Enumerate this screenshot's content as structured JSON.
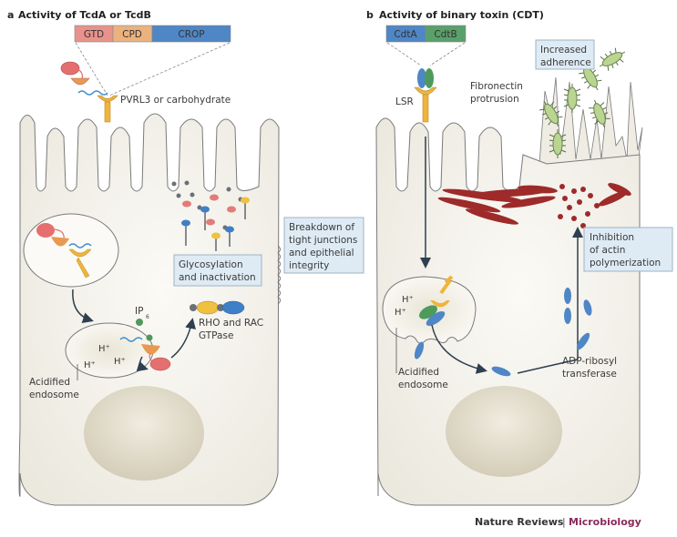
{
  "panel_a": {
    "letter": "a",
    "title": "Activity of TcdA or TcdB",
    "domains": [
      {
        "label": "GTD",
        "color": "#e8908a"
      },
      {
        "label": "CPD",
        "color": "#eab27e"
      },
      {
        "label": "CROP",
        "color": "#4f86c6"
      }
    ],
    "receptor_label": "PVRL3 or carbohydrate",
    "glyco_box": [
      "Glycosylation",
      "and inactivation"
    ],
    "breakdown_box": [
      "Breakdown of",
      "tight junctions",
      "and epithelial",
      "integrity"
    ],
    "ip6_label": "IP",
    "ip6_sub": "6",
    "gtpase_label": [
      "RHO and RAC",
      "GTPase"
    ],
    "proton_label": "H⁺",
    "endosome_label": [
      "Acidified",
      "endosome"
    ]
  },
  "panel_b": {
    "letter": "b",
    "title": "Activity of binary toxin (CDT)",
    "domains": [
      {
        "label": "CdtA",
        "color": "#4f86c6"
      },
      {
        "label": "CdtB",
        "color": "#5aa06a"
      }
    ],
    "receptor_label": "LSR",
    "fibronectin_label": [
      "Fibronectin",
      "protrusion"
    ],
    "adherence_box": [
      "Increased",
      "adherence"
    ],
    "inhibition_box": [
      "Inhibition",
      "of actin",
      "polymerization"
    ],
    "adp_label": [
      "ADP-ribosyl",
      "transferase"
    ],
    "proton_label": "H⁺",
    "endosome_label": [
      "Acidified",
      "endosome"
    ]
  },
  "footer": {
    "journal": "Nature Reviews",
    "separator": "|",
    "section": "Microbiology",
    "section_color": "#8b2a5c"
  },
  "colors": {
    "cell_fill": "#efece3",
    "cell_stroke": "#7a7a7a",
    "box_fill": "#deebf5",
    "box_stroke": "#9fb3c3",
    "receptor": "#f0b43c",
    "gtd": "#e56f6f",
    "cpd": "#e89a52",
    "crop_chain": "#3f8fd0",
    "cdta": "#4f86c6",
    "cdtb": "#4e9a5c",
    "actin": "#9e2a2a",
    "bacteria": "#b9d58f",
    "nucleus": "#d8d2c0"
  }
}
